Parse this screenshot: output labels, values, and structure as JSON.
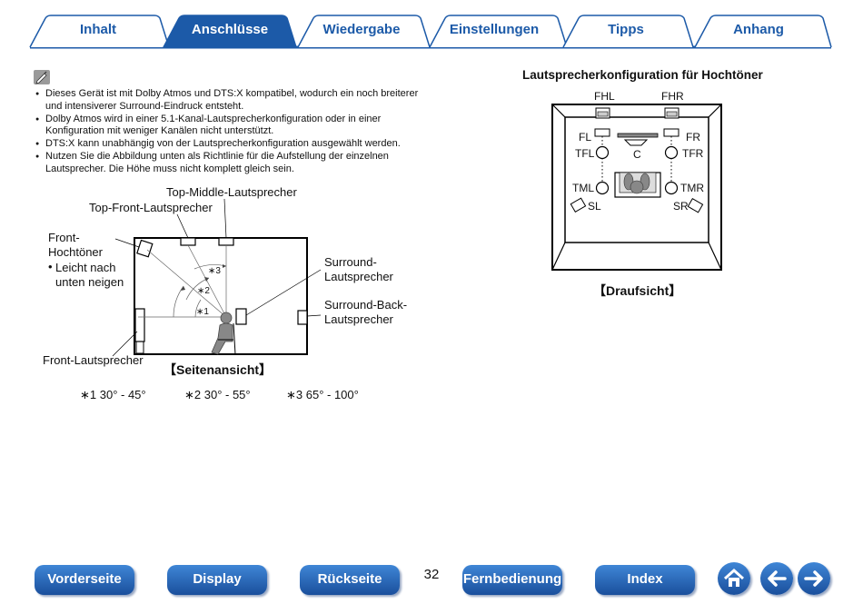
{
  "tabs": [
    {
      "label": "Inhalt"
    },
    {
      "label": "Anschlüsse"
    },
    {
      "label": "Wiedergabe"
    },
    {
      "label": "Einstellungen"
    },
    {
      "label": "Tipps"
    },
    {
      "label": "Anhang"
    }
  ],
  "notes": [
    "Dieses Gerät ist mit Dolby Atmos und DTS:X kompatibel, wodurch ein noch breiterer und intensiverer Surround-Eindruck entsteht.",
    "Dolby Atmos wird in einer 5.1-Kanal-Lautsprecherkonfiguration oder in einer Konfiguration mit weniger Kanälen nicht unterstützt.",
    "DTS:X kann unabhängig von der Lautsprecherkonfiguration ausgewählt werden.",
    "Nutzen Sie die Abbildung unten als Richtlinie für die Aufstellung der einzelnen Lautsprecher. Die Höhe muss nicht komplett gleich sein."
  ],
  "side_view": {
    "top_middle": "Top-Middle-Lautsprecher",
    "top_front": "Top-Front-Lautsprecher",
    "front_tweeter": "Front-\nHochtöner",
    "tilt_note": "Leicht nach\nunten neigen",
    "surround": "Surround-\nLautsprecher",
    "surround_back": "Surround-Back-\nLautsprecher",
    "front": "Front-Lautsprecher",
    "caption": "【Seitenansicht】",
    "angle_marks": [
      "∗1",
      "∗2",
      "∗3"
    ],
    "footnotes": [
      "∗1 30° - 45°",
      "∗2 30° - 55°",
      "∗3 65° - 100°"
    ]
  },
  "top_view": {
    "title": "Lautsprecherkonfiguration für Hochtöner",
    "labels": {
      "FHL": "FHL",
      "FHR": "FHR",
      "FL": "FL",
      "FR": "FR",
      "C": "C",
      "TFL": "TFL",
      "TFR": "TFR",
      "TML": "TML",
      "TMR": "TMR",
      "SL": "SL",
      "SR": "SR"
    },
    "caption": "【Draufsicht】"
  },
  "footer": {
    "buttons": [
      "Vorderseite",
      "Display",
      "Rückseite",
      "Fernbedienung",
      "Index"
    ],
    "page": "32",
    "icons": [
      "home-icon",
      "arrow-left-icon",
      "arrow-right-icon"
    ]
  }
}
